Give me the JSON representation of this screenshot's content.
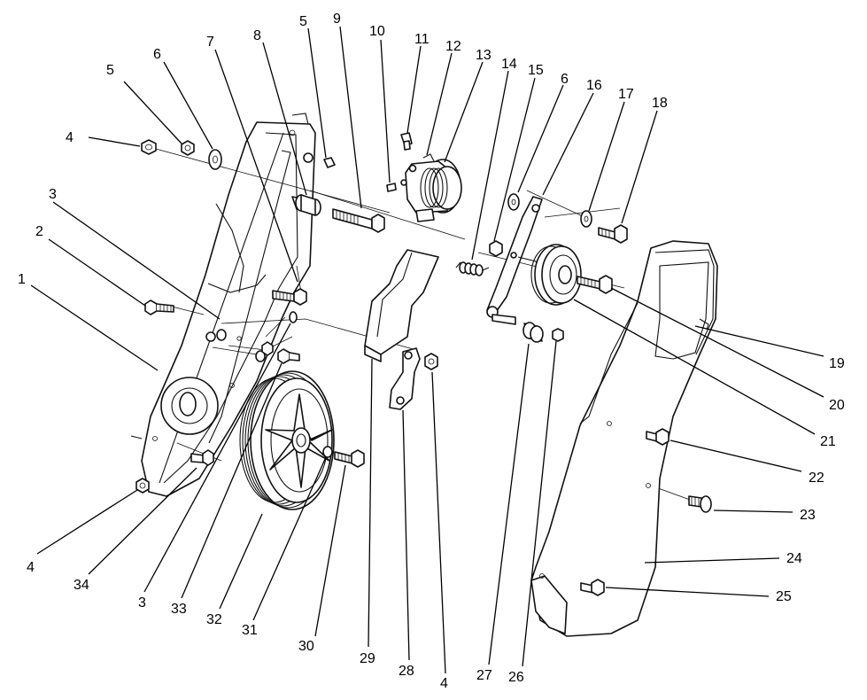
{
  "callouts": [
    {
      "id": "c1",
      "label": "1"
    },
    {
      "id": "c2",
      "label": "2"
    },
    {
      "id": "c3a",
      "label": "3"
    },
    {
      "id": "c3b",
      "label": "3"
    },
    {
      "id": "c4a",
      "label": "4"
    },
    {
      "id": "c4b",
      "label": "4"
    },
    {
      "id": "c4c",
      "label": "4"
    },
    {
      "id": "c5a",
      "label": "5"
    },
    {
      "id": "c5b",
      "label": "5"
    },
    {
      "id": "c6a",
      "label": "6"
    },
    {
      "id": "c6b",
      "label": "6"
    },
    {
      "id": "c7",
      "label": "7"
    },
    {
      "id": "c8",
      "label": "8"
    },
    {
      "id": "c9",
      "label": "9"
    },
    {
      "id": "c10",
      "label": "10"
    },
    {
      "id": "c11",
      "label": "11"
    },
    {
      "id": "c12",
      "label": "12"
    },
    {
      "id": "c13",
      "label": "13"
    },
    {
      "id": "c14",
      "label": "14"
    },
    {
      "id": "c15",
      "label": "15"
    },
    {
      "id": "c16",
      "label": "16"
    },
    {
      "id": "c17",
      "label": "17"
    },
    {
      "id": "c18",
      "label": "18"
    },
    {
      "id": "c19",
      "label": "19"
    },
    {
      "id": "c20",
      "label": "20"
    },
    {
      "id": "c21",
      "label": "21"
    },
    {
      "id": "c22",
      "label": "22"
    },
    {
      "id": "c23",
      "label": "23"
    },
    {
      "id": "c24",
      "label": "24"
    },
    {
      "id": "c25",
      "label": "25"
    },
    {
      "id": "c26",
      "label": "26"
    },
    {
      "id": "c27",
      "label": "27"
    },
    {
      "id": "c28",
      "label": "28"
    },
    {
      "id": "c29",
      "label": "29"
    },
    {
      "id": "c30",
      "label": "30"
    },
    {
      "id": "c31",
      "label": "31"
    },
    {
      "id": "c32",
      "label": "32"
    },
    {
      "id": "c33",
      "label": "33"
    },
    {
      "id": "c34",
      "label": "34"
    }
  ]
}
